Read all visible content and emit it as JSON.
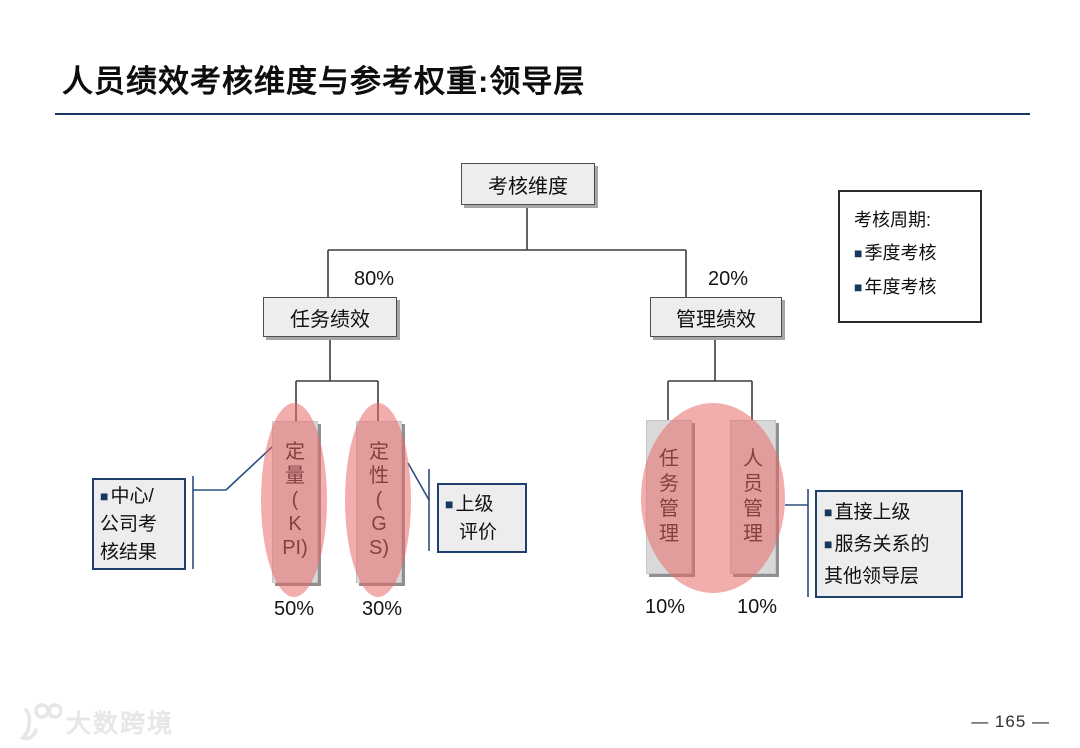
{
  "ui": {
    "bullet_char": "■"
  },
  "slide": {
    "title": "人员绩效考核维度与参考权重:领导层",
    "page_number": "— 165 —",
    "logo_text": "大数跨境"
  },
  "colors": {
    "title_rule": "#17375e",
    "node_fill": "#ededed",
    "node_shadow": "#a6a6a6",
    "highlight_pink": "rgba(232,105,105,0.55)",
    "callout_border": "#1f3f6e",
    "bullet_navy": "#17375e",
    "tree_line": "#3c3c3c",
    "callout_line": "#2c4f80"
  },
  "tree": {
    "root_label": "考核维度",
    "branches": [
      {
        "weight": "80%",
        "label": "任务绩效",
        "children": [
          {
            "label_wrapped": "定\n量\n(\nK\nPI)",
            "weight": "50%"
          },
          {
            "label_wrapped": "定\n性\n(\nG\nS)",
            "weight": "30%"
          }
        ]
      },
      {
        "weight": "20%",
        "label": "管理绩效",
        "children": [
          {
            "label_wrapped": "任\n务\n管\n理",
            "weight": "10%"
          },
          {
            "label_wrapped": "人\n员\n管\n理",
            "weight": "10%"
          }
        ]
      }
    ]
  },
  "legend": {
    "heading": "考核周期:",
    "items": [
      "季度考核",
      "年度考核"
    ]
  },
  "callouts": {
    "left": {
      "lines": [
        "中心/",
        "公司考",
        "核结果"
      ]
    },
    "middle": {
      "lines": [
        "上级",
        "评价"
      ]
    },
    "right": {
      "lines": [
        "直接上级",
        "服务关系的",
        "其他领导层"
      ]
    }
  }
}
